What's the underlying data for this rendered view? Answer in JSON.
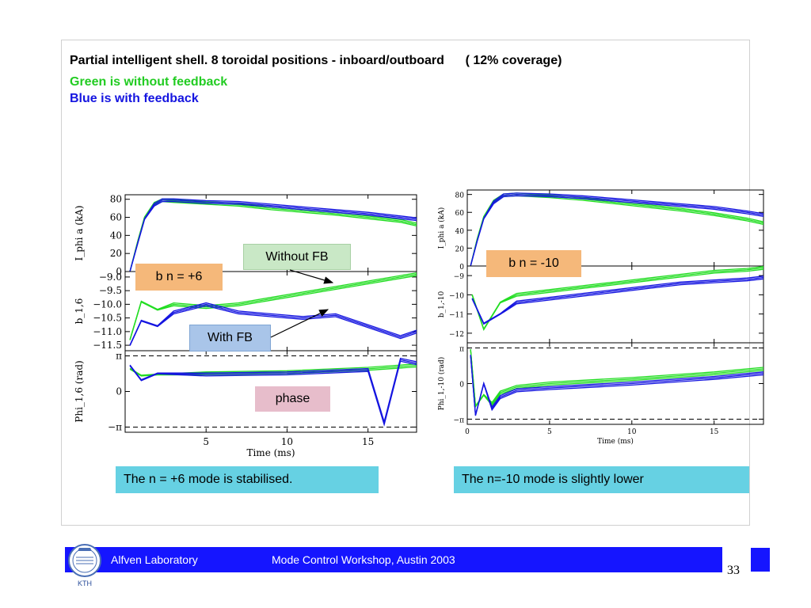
{
  "slide": {
    "title": "Partial intelligent shell. 8 toroidal positions - inboard/outboard      ( 12% coverage)",
    "line_green": "Green is without feedback",
    "line_blue": "Blue is with feedback",
    "colors": {
      "green": "#22dd22",
      "blue": "#1515e0",
      "footer": "#1515ff",
      "caption_bg": "#66d1e3",
      "orange_box": "#f5b87a",
      "green_box": "#c9e8c6",
      "blue_box": "#a9c5e9",
      "pink_box": "#e7bdcb"
    }
  },
  "annotations": {
    "left_mode": "b n = +6",
    "right_mode": "b n = -10",
    "without_fb": "Without FB",
    "with_fb": "With FB",
    "phase": "phase"
  },
  "captions": {
    "left": "The n = +6 mode is stabilised.",
    "right": "The n=-10 mode is slightly lower"
  },
  "footer": {
    "lab": "Alfven Laboratory",
    "workshop": "Mode Control Workshop, Austin 2003",
    "page": "33",
    "logo_text": "KTH"
  },
  "chart_data": [
    {
      "type": "line",
      "panel": "left",
      "xlabel": "Time (ms)",
      "xlim": [
        0,
        18
      ],
      "x_ticks": [
        "5",
        "10",
        "15"
      ],
      "subplots": [
        {
          "ylabel": "I_phi a (kA)",
          "ylim": [
            0,
            85
          ],
          "y_ticks": [
            "0",
            "20",
            "40",
            "60",
            "80"
          ],
          "series": [
            {
              "color": "green",
              "x": [
                0.3,
                0.8,
                1.2,
                1.8,
                2.3,
                3,
                5,
                7,
                9,
                11,
                13,
                15,
                17,
                18
              ],
              "y": [
                0,
                35,
                60,
                75,
                79,
                78,
                76,
                74,
                70,
                67,
                64,
                60,
                56,
                52
              ]
            },
            {
              "color": "blue",
              "x": [
                0.3,
                0.8,
                1.2,
                1.8,
                2.3,
                3,
                5,
                7,
                9,
                11,
                13,
                15,
                17,
                18
              ],
              "y": [
                0,
                33,
                58,
                74,
                79,
                79,
                77,
                76,
                73,
                70,
                67,
                64,
                60,
                58
              ]
            }
          ]
        },
        {
          "ylabel": "b_1,6",
          "ylim": [
            -11.7,
            -8.8
          ],
          "y_ticks": [
            "-9.0",
            "-9.5",
            "-10.0",
            "-10.5",
            "-11.0",
            "-11.5"
          ],
          "series": [
            {
              "color": "green",
              "x": [
                0.3,
                1,
                2,
                3,
                5,
                7,
                9,
                11,
                13,
                15,
                17,
                18
              ],
              "y": [
                -11.3,
                -9.9,
                -10.2,
                -10.0,
                -10.1,
                -10.0,
                -9.8,
                -9.6,
                -9.4,
                -9.2,
                -9.0,
                -8.9
              ]
            },
            {
              "color": "blue",
              "x": [
                0.3,
                1,
                2,
                3,
                5,
                7,
                9,
                11,
                13,
                15,
                17,
                18
              ],
              "y": [
                -11.5,
                -10.6,
                -10.8,
                -10.3,
                -10.0,
                -10.3,
                -10.4,
                -10.5,
                -10.4,
                -10.8,
                -11.2,
                -11.0
              ]
            }
          ]
        },
        {
          "ylabel": "Phi_1,6 (rad)",
          "ylim": [
            -3.6,
            3.6
          ],
          "y_ticks": [
            "π",
            "0",
            "-π"
          ],
          "series": [
            {
              "color": "green",
              "x": [
                0.3,
                1,
                2,
                5,
                10,
                15,
                18
              ],
              "y": [
                2.0,
                1.4,
                1.5,
                1.6,
                1.7,
                2.0,
                2.3
              ]
            },
            {
              "color": "blue",
              "x": [
                0.3,
                1,
                2,
                5,
                10,
                15,
                16,
                17,
                18
              ],
              "y": [
                2.3,
                1.0,
                1.6,
                1.5,
                1.6,
                1.9,
                -2.8,
                2.8,
                2.5
              ]
            }
          ]
        }
      ]
    },
    {
      "type": "line",
      "panel": "right",
      "xlabel": "Time (ms)",
      "xlim": [
        0,
        18
      ],
      "x_ticks": [
        "0",
        "5",
        "10",
        "15"
      ],
      "subplots": [
        {
          "ylabel": "I_phi a (kA)",
          "ylim": [
            0,
            85
          ],
          "y_ticks": [
            "0",
            "20",
            "40",
            "60",
            "80"
          ],
          "series": [
            {
              "color": "green",
              "x": [
                0.2,
                0.6,
                1,
                1.6,
                2.2,
                3,
                5,
                7,
                9,
                11,
                13,
                15,
                17,
                18
              ],
              "y": [
                0,
                30,
                55,
                72,
                79,
                80,
                78,
                75,
                71,
                67,
                63,
                58,
                52,
                48
              ]
            },
            {
              "color": "blue",
              "x": [
                0.2,
                0.6,
                1,
                1.6,
                2.2,
                3,
                5,
                7,
                9,
                11,
                13,
                15,
                17,
                18
              ],
              "y": [
                0,
                28,
                53,
                71,
                79,
                80,
                79,
                77,
                74,
                71,
                68,
                65,
                60,
                57
              ]
            }
          ]
        },
        {
          "ylabel": "b_1,-10",
          "ylim": [
            -12.5,
            -8.5
          ],
          "y_ticks": [
            "-9",
            "-10",
            "-11",
            "-12"
          ],
          "series": [
            {
              "color": "green",
              "x": [
                0.3,
                1,
                2,
                3,
                5,
                7,
                9,
                11,
                13,
                15,
                17,
                18
              ],
              "y": [
                -10,
                -11.8,
                -10.4,
                -10.0,
                -9.8,
                -9.6,
                -9.4,
                -9.2,
                -9.0,
                -8.8,
                -8.7,
                -8.6
              ]
            },
            {
              "color": "blue",
              "x": [
                0.3,
                1,
                2,
                3,
                5,
                7,
                9,
                11,
                13,
                15,
                17,
                18
              ],
              "y": [
                -10.2,
                -11.5,
                -11,
                -10.4,
                -10.2,
                -10.0,
                -9.8,
                -9.6,
                -9.4,
                -9.3,
                -9.2,
                -9.1
              ]
            }
          ]
        },
        {
          "ylabel": "Phi_1,-10 (rad)",
          "ylim": [
            -3.6,
            3.6
          ],
          "y_ticks": [
            "π",
            "0",
            "-π"
          ],
          "series": [
            {
              "color": "green",
              "x": [
                0.2,
                0.5,
                1,
                1.5,
                2,
                3,
                5,
                10,
                15,
                18
              ],
              "y": [
                3.0,
                -2.0,
                -1.0,
                -1.8,
                -0.8,
                -0.3,
                0,
                0.4,
                0.9,
                1.3
              ]
            },
            {
              "color": "blue",
              "x": [
                0.2,
                0.5,
                1,
                1.5,
                2,
                3,
                5,
                10,
                15,
                18
              ],
              "y": [
                2.5,
                -2.8,
                0,
                -2.2,
                -1.2,
                -0.6,
                -0.4,
                0,
                0.5,
                0.9
              ]
            }
          ]
        }
      ]
    }
  ]
}
